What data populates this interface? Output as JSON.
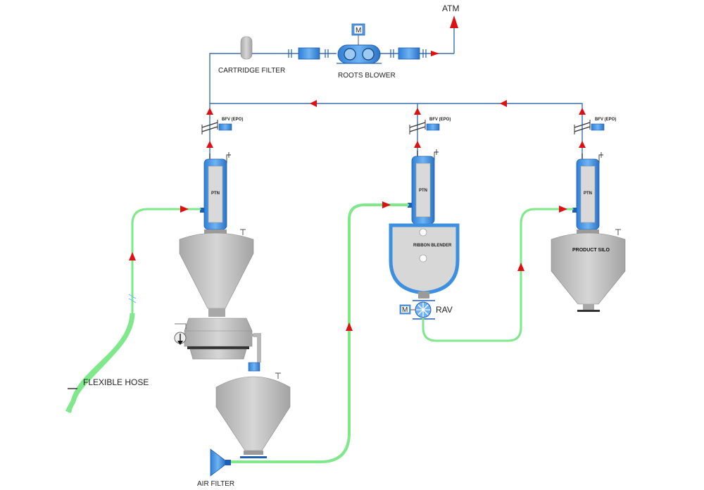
{
  "labels": {
    "atm": "ATM",
    "cartridge_filter": "CARTRIDGE FILTER",
    "roots_blower": "ROOTS BLOWER",
    "motor": "M",
    "bfv_1": "BFV (EPO)",
    "bfv_2": "BFV (EPO)",
    "bfv_3": "BFV (EPO)",
    "ptn_1": "PTN",
    "ptn_2": "PTN",
    "ptn_3": "PTN",
    "blender": "RIBBON BLENDER",
    "product_silo": "PRODUCT SILO",
    "rav": "RAV",
    "rav_motor": "M",
    "flexible_hose": "FLEXIBLE HOSE",
    "air_filter": "AIR FILTER"
  },
  "colors": {
    "air_line": "#3a6fb0",
    "flow_arrow": "#dd1111",
    "vessel_blue": "#3d8fe0",
    "material_line": "#7ee88a",
    "equipment_grey": "#bdbdbd"
  }
}
